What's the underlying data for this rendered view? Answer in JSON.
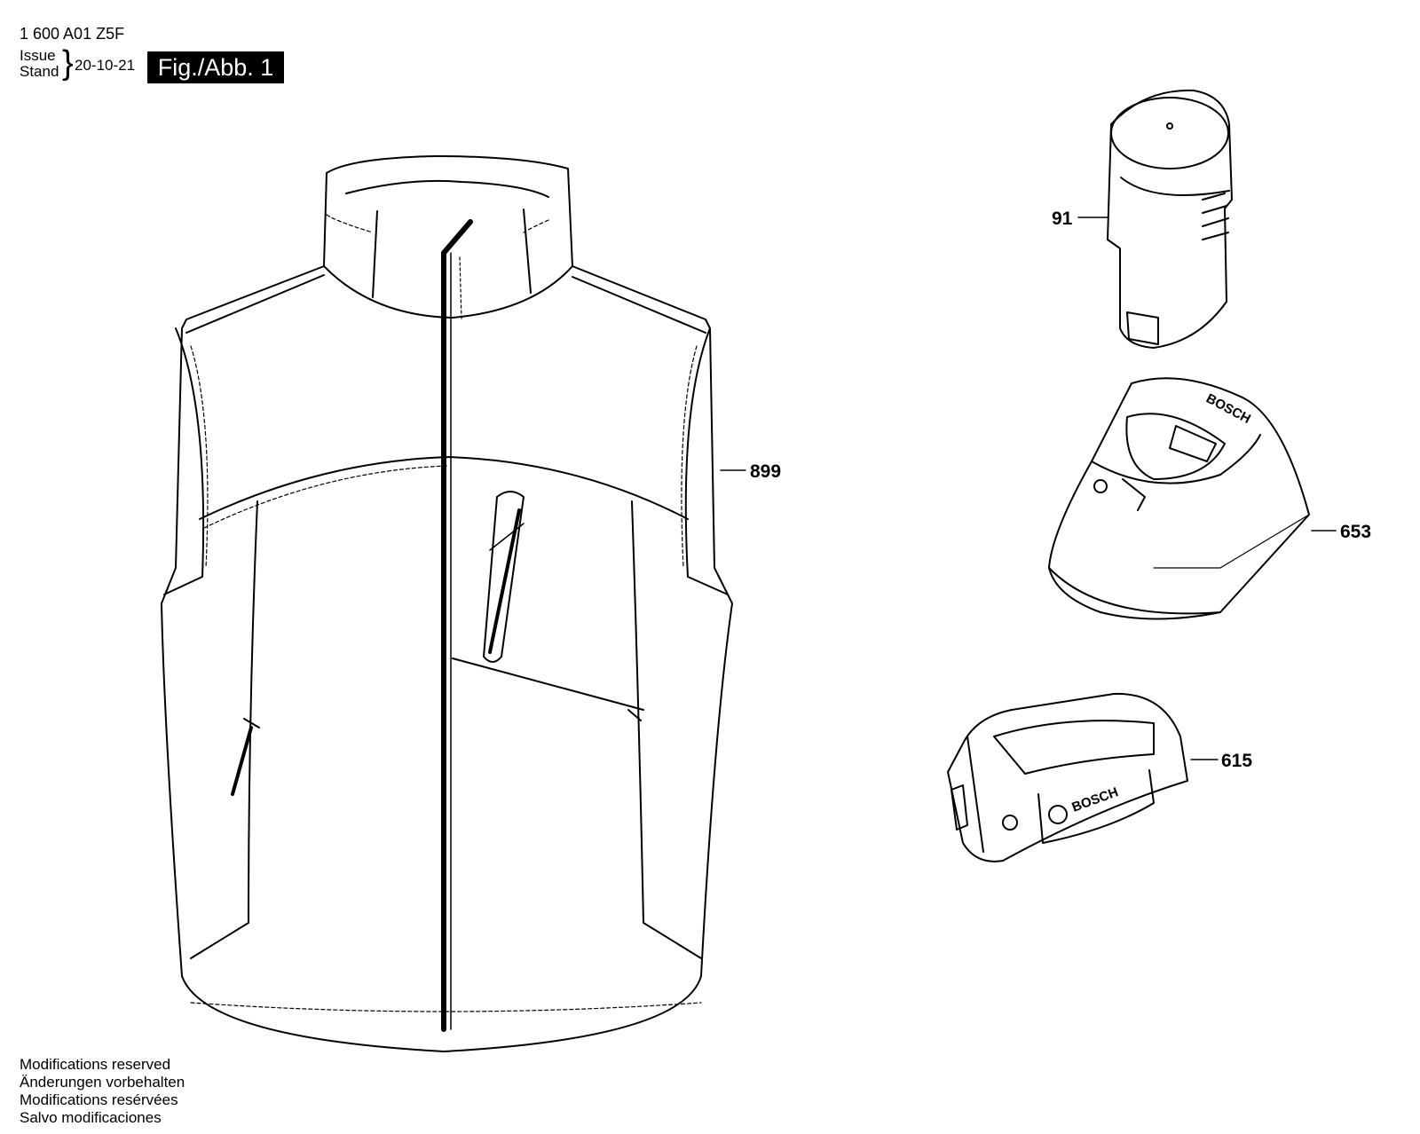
{
  "header": {
    "part_number": "1 600 A01 Z5F",
    "issue_label": "Issue",
    "stand_label": "Stand",
    "date": "20-10-21",
    "figure": "Fig./Abb. 1"
  },
  "callouts": {
    "vest": "899",
    "battery": "91",
    "charger": "653",
    "adapter": "615"
  },
  "brand": "BOSCH",
  "footer": {
    "lines": [
      "Modifications reserved",
      "Änderungen vorbehalten",
      "Modifications resérvées",
      "Salvo modificaciones"
    ]
  }
}
